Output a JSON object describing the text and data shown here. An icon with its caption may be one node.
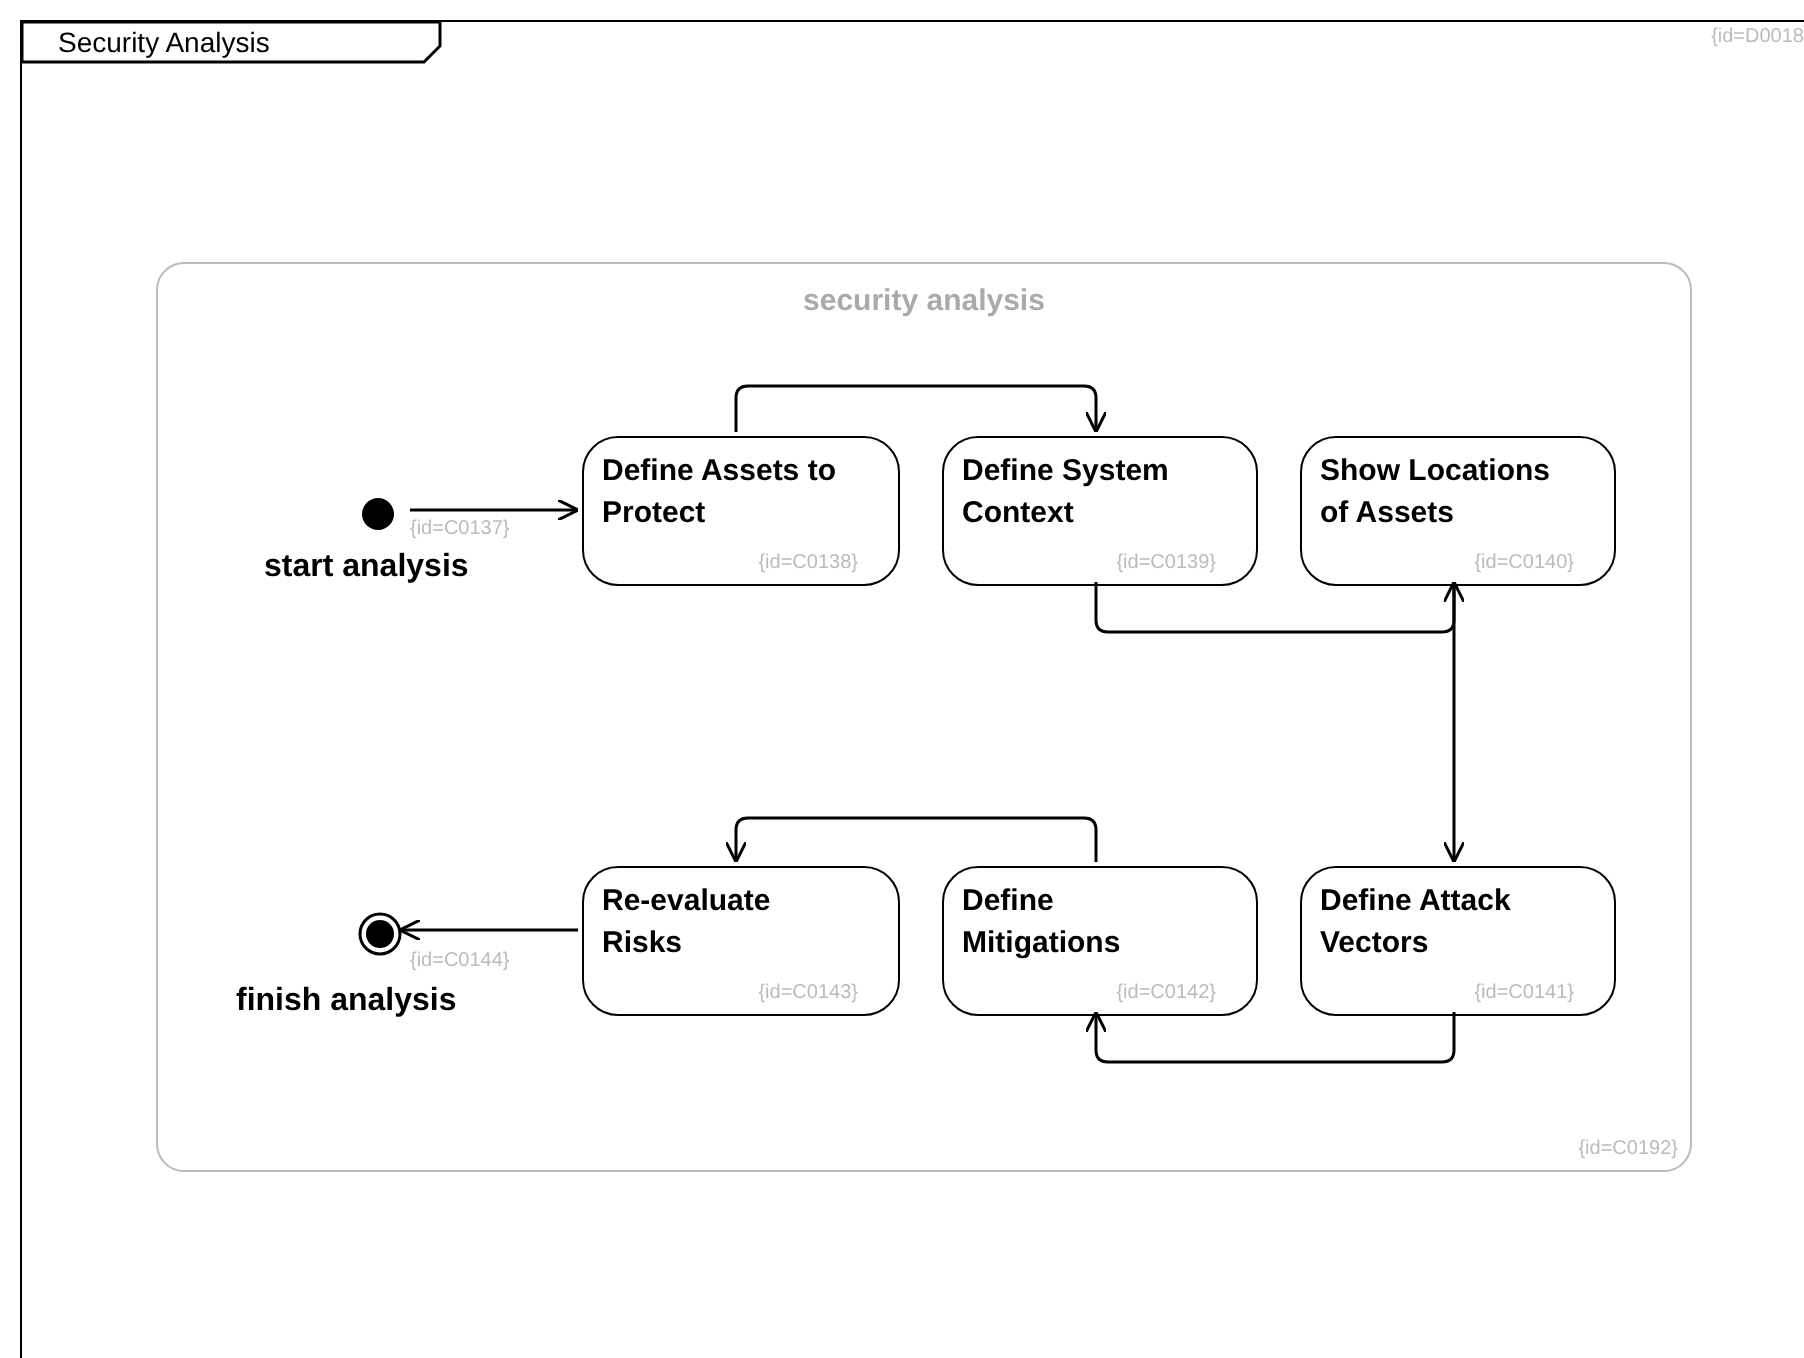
{
  "diagram": {
    "nodes": [
      {
        "text": [
          "Security Analysis"
        ]
      },
      {
        "text": [
          "security analysis",
          "{id=C0192}"
        ],
        "in": 0
      },
      {
        "text": [],
        "shape": "circle",
        "in": 1,
        "beside": [
          "{id=C0137}",
          "start analysis"
        ]
      },
      {
        "text": [
          "Define Assets to Protect",
          "{id=C0138}"
        ],
        "in": 1
      },
      {
        "text": [
          "Define System Context",
          "{id=C0139}"
        ],
        "in": 1
      },
      {
        "text": [
          "Show Locations of Assets",
          "{id=C0140}"
        ],
        "in": 1
      },
      {
        "text": [
          "Re-evaluate Risks",
          "{id=C0143}"
        ],
        "in": 1
      },
      {
        "text": [
          "Define Mitigations",
          "{id=C0142}"
        ],
        "in": 1
      },
      {
        "text": [
          "Define Attack Vectors",
          "{id=C0141}"
        ],
        "in": 1
      },
      {
        "text": [],
        "shape": "circle",
        "in": 1,
        "beside": [
          "{id=C0144}",
          "finish analysis"
        ]
      }
    ],
    "edges": [
      {
        "from": 2,
        "to": 3,
        "arrow": "to"
      },
      {
        "from": 3,
        "to": 4,
        "arrow": "to"
      },
      {
        "from": 4,
        "to": 5,
        "arrow": "to"
      },
      {
        "from": 5,
        "to": 8,
        "arrow": "to"
      },
      {
        "from": 8,
        "to": 7,
        "arrow": "to"
      },
      {
        "from": 7,
        "to": 6,
        "arrow": "to"
      },
      {
        "from": 6,
        "to": 9,
        "arrow": "to"
      }
    ],
    "labels": [
      "{id=D0018"
    ]
  }
}
